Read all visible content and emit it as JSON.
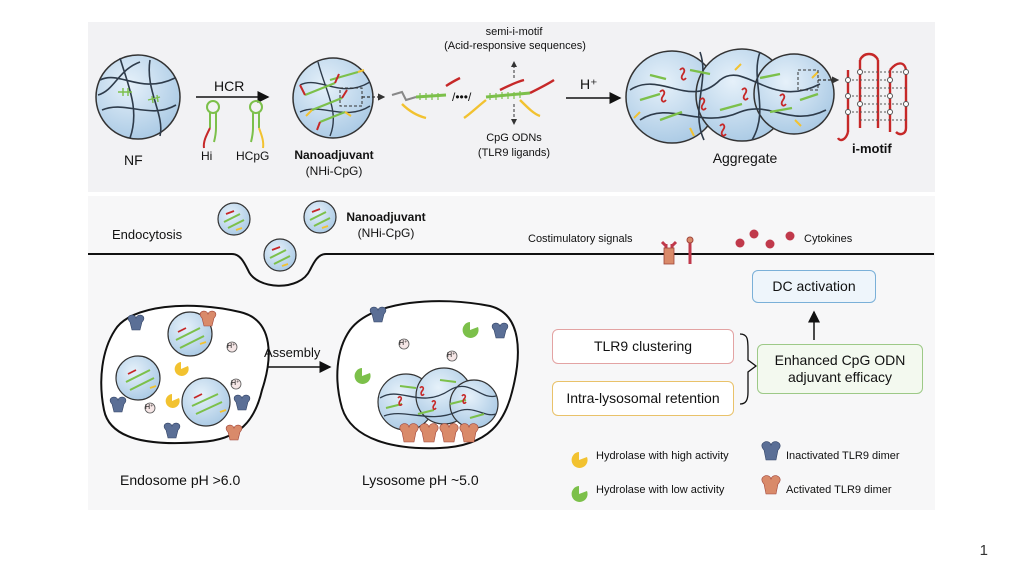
{
  "top_panel": {
    "nf_label": "NF",
    "hcr_label": "HCR",
    "hi_label": "Hi",
    "hcpg_label": "HCpG",
    "nanoadjuvant_label": "Nanoadjuvant",
    "nanoadjuvant_sub": "(NHi-CpG)",
    "semi_i_motif": "semi-i-motif",
    "acid_responsive": "(Acid-responsive sequences)",
    "cpg_odns": "CpG ODNs",
    "tlr9_ligands": "(TLR9 ligands)",
    "h_plus": "H⁺",
    "aggregate_label": "Aggregate",
    "i_motif_label": "i-motif"
  },
  "bottom_panel": {
    "endocytosis": "Endocytosis",
    "nanoadjuvant_label": "Nanoadjuvant",
    "nanoadjuvant_sub": "(NHi-CpG)",
    "costimulatory": "Costimulatory signals",
    "cytokines": "Cytokines",
    "dc_activation": "DC activation",
    "tlr9_clustering": "TLR9 clustering",
    "intra_lysosomal": "Intra-lysosomal retention",
    "enhanced_line1": "Enhanced CpG ODN",
    "enhanced_line2": "adjuvant efficacy",
    "assembly": "Assembly",
    "h_plus": "H⁺",
    "endosome": "Endosome pH >6.0",
    "lysosome": "Lysosome pH ~5.0"
  },
  "legend": {
    "hydrolase_high": "Hydrolase with high activity",
    "hydrolase_low": "Hydrolase with low activity",
    "inactivated_tlr9": "Inactivated TLR9 dimer",
    "activated_tlr9": "Activated TLR9 dimer"
  },
  "page_number": "1",
  "colors": {
    "sphere_fill": "#c9dff0",
    "sphere_stroke": "#4a5a6a",
    "dna_green": "#7cc04a",
    "dna_red": "#c62828",
    "dna_yellow": "#f2c230",
    "tlr9_inactive": "#5b6f96",
    "tlr9_active": "#d98a6a",
    "hydrolase_high": "#f2c230",
    "hydrolase_low": "#7cc04a",
    "cytokine": "#c0394b"
  }
}
